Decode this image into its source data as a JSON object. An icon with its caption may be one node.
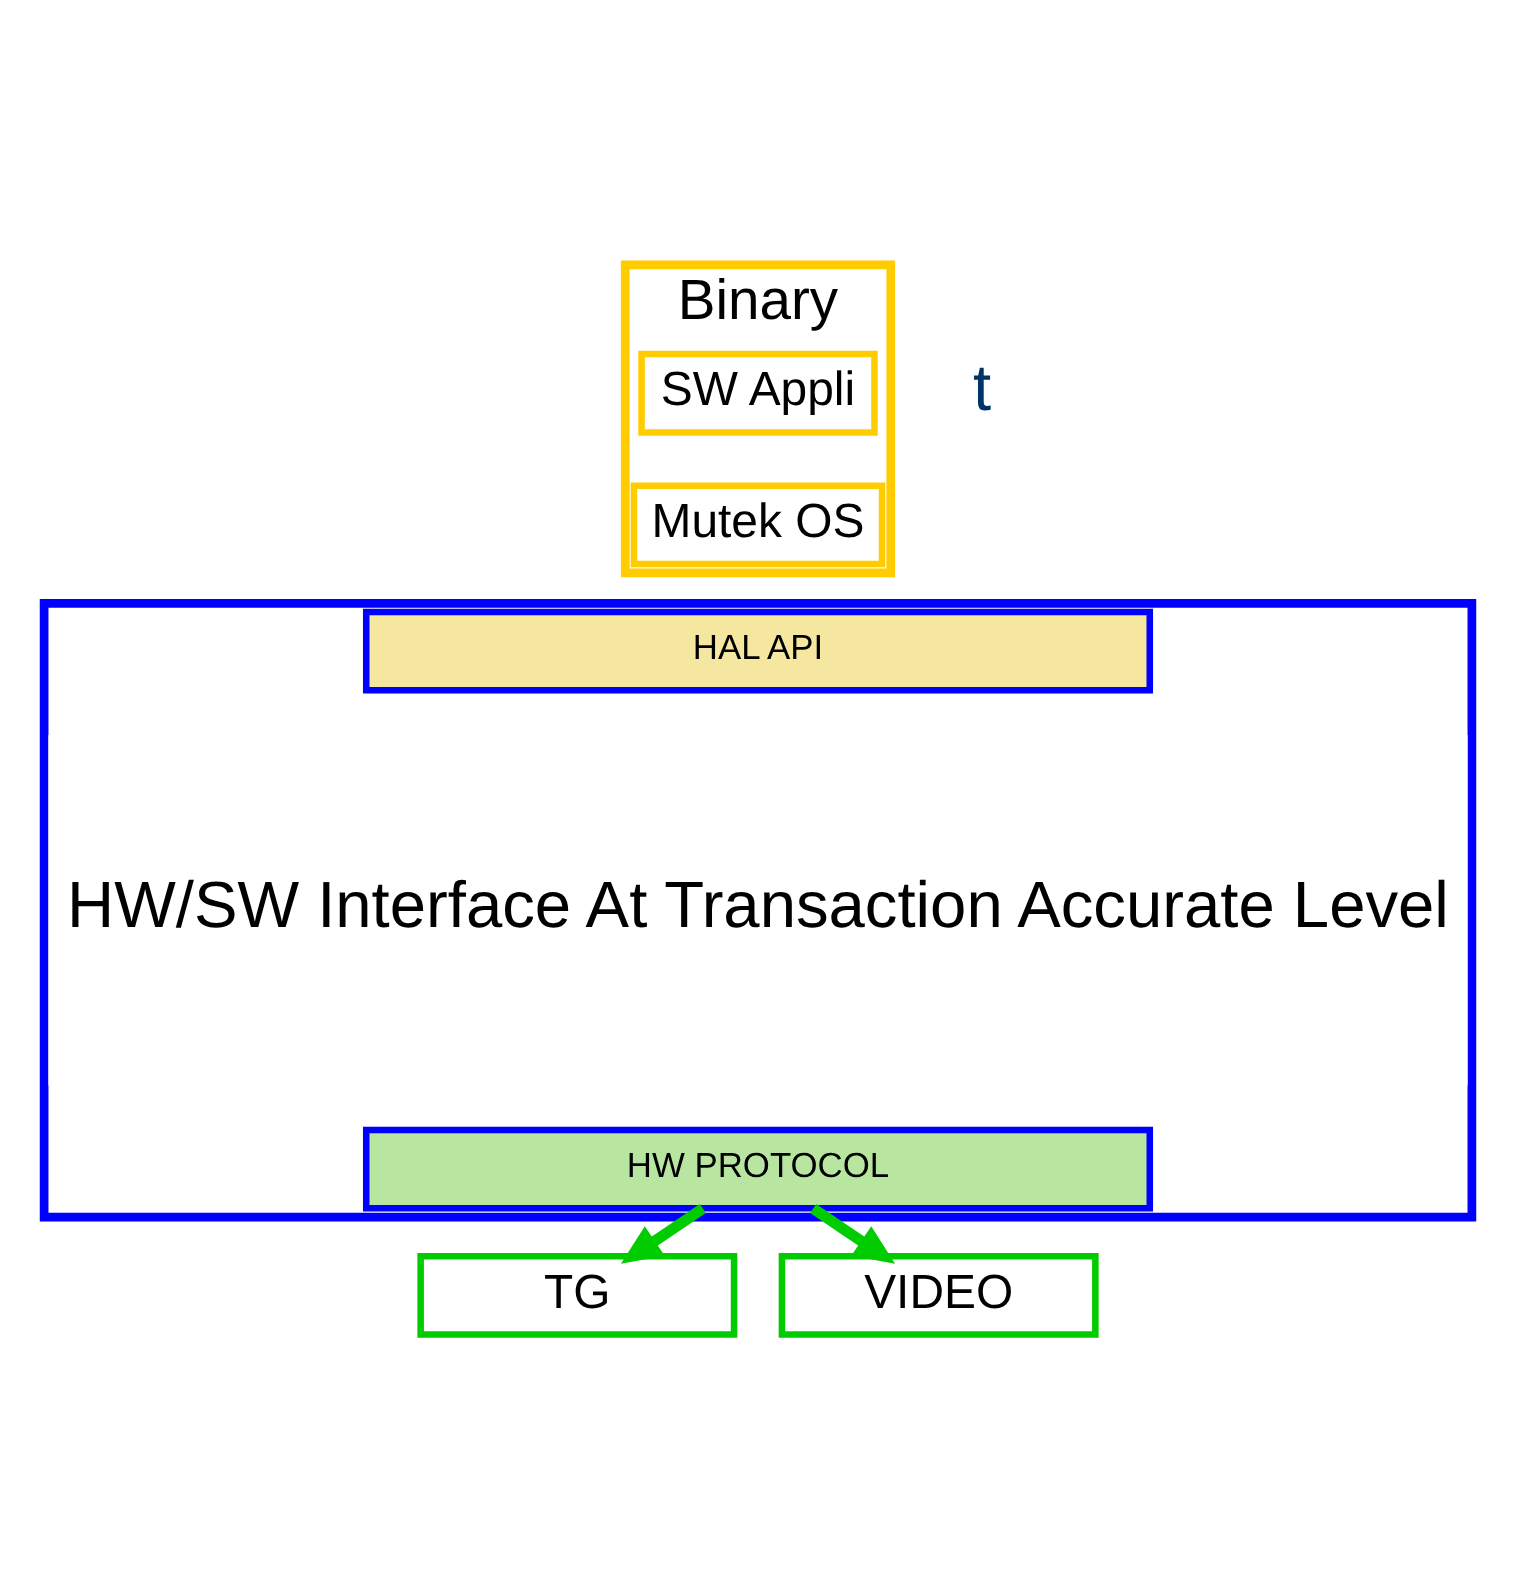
{
  "diagram": {
    "nodes": [
      {
        "text": [
          "Binary"
        ]
      },
      {
        "text": [
          "SW Appli"
        ],
        "in": 0
      },
      {
        "text": [
          "Mutek OS"
        ],
        "in": 0
      },
      {
        "text": [],
        "shape": "box"
      },
      {
        "text": [
          "HAL API"
        ],
        "in": 3
      },
      {
        "text": [
          "HW/SW Interface At Transaction Accurate Level"
        ],
        "in": 3
      },
      {
        "text": [
          "HW PROTOCOL"
        ],
        "in": 3
      },
      {
        "text": [
          "TG"
        ]
      },
      {
        "text": [
          "VIDEO"
        ]
      }
    ],
    "edges": [
      {
        "from": 6,
        "to": 7,
        "arrow": "to"
      },
      {
        "from": 6,
        "to": 8,
        "arrow": "to"
      }
    ],
    "labels": [
      "t"
    ]
  }
}
